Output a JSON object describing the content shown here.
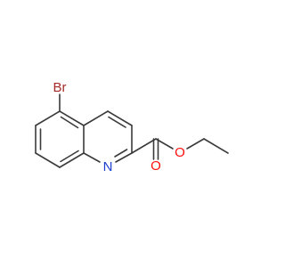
{
  "molecule": {
    "atoms": {
      "bromine": "Br",
      "nitrogen": "N",
      "ester_oxygen": "O",
      "carbonyl_oxygen": "O"
    },
    "colors": {
      "bond": "#3a3a3a",
      "bromine": "#a52a2a",
      "nitrogen": "#1f3fd0",
      "oxygen": "#ff0d0d"
    }
  }
}
